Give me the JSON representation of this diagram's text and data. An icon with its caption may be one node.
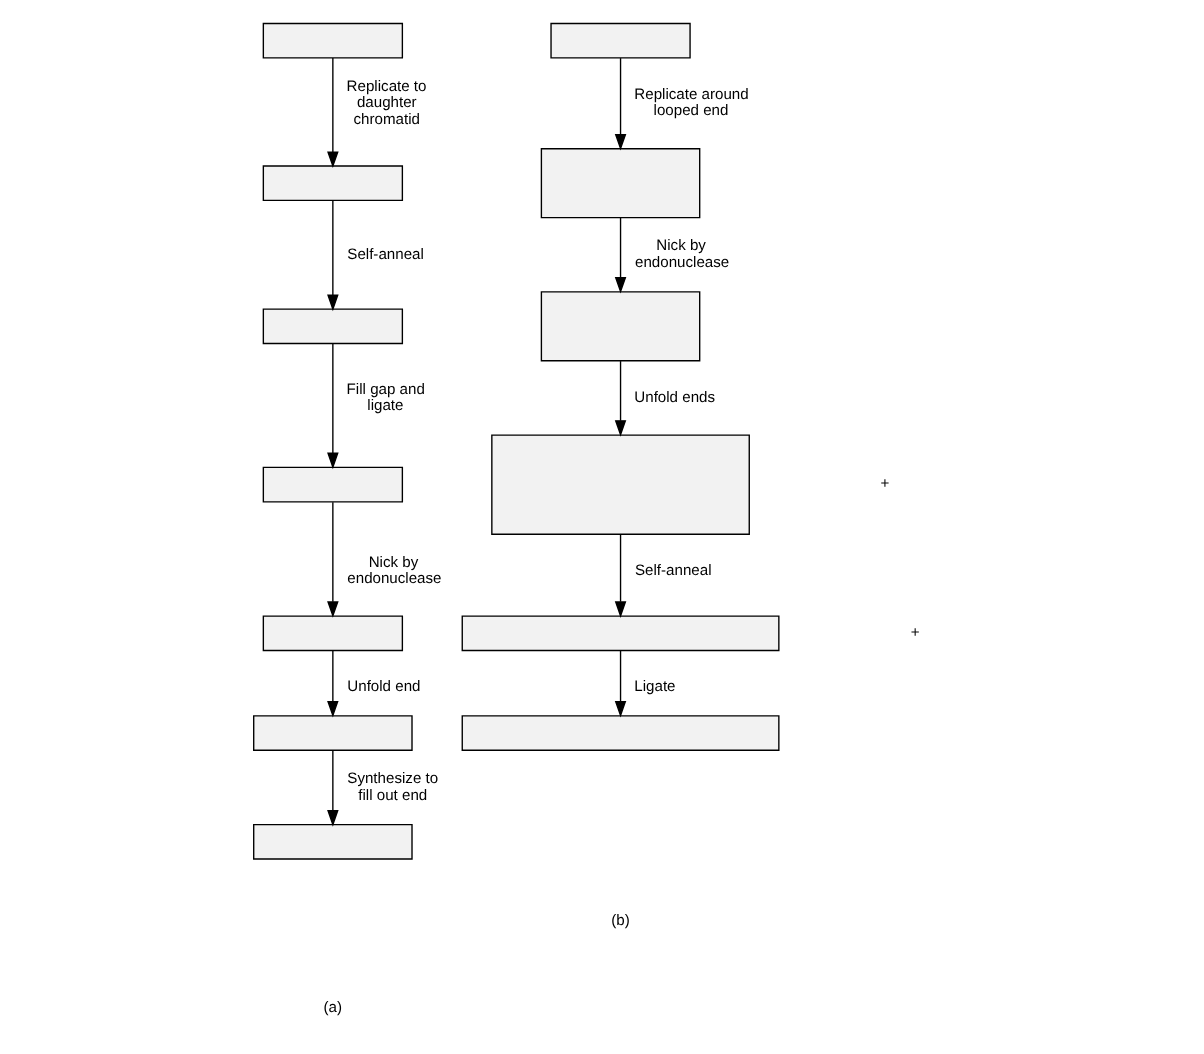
{
  "diagram": {
    "nodes": [
      {
        "text": [],
        "shape": "box"
      },
      {
        "text": [],
        "shape": "box"
      },
      {
        "text": [],
        "shape": "box"
      },
      {
        "text": [],
        "shape": "box"
      },
      {
        "text": [],
        "shape": "box"
      },
      {
        "text": [],
        "shape": "box"
      },
      {
        "text": [],
        "shape": "box"
      },
      {
        "text": [],
        "shape": "box"
      },
      {
        "text": [],
        "shape": "box"
      },
      {
        "text": [],
        "shape": "box"
      },
      {
        "text": [],
        "shape": "box"
      },
      {
        "text": [],
        "shape": "box"
      },
      {
        "text": [],
        "shape": "box"
      }
    ],
    "edges": [
      {
        "from": 0,
        "to": 1,
        "arrow": "to",
        "label": "Replicate to daughter chromatid"
      },
      {
        "from": 1,
        "to": 2,
        "arrow": "to",
        "label": "Self-anneal"
      },
      {
        "from": 2,
        "to": 3,
        "arrow": "to",
        "label": "Fill gap and ligate"
      },
      {
        "from": 3,
        "to": 4,
        "arrow": "to",
        "label": "Nick by endonuclease"
      },
      {
        "from": 4,
        "to": 5,
        "arrow": "to",
        "label": "Unfold end"
      },
      {
        "from": 5,
        "to": 6,
        "arrow": "to",
        "label": "Synthesize to fill out end"
      },
      {
        "from": 7,
        "to": 8,
        "arrow": "to",
        "label": "Replicate around looped end"
      },
      {
        "from": 8,
        "to": 9,
        "arrow": "to",
        "label": "Nick by endonuclease"
      },
      {
        "from": 9,
        "to": 10,
        "arrow": "to",
        "label": "Unfold ends"
      },
      {
        "from": 10,
        "to": 11,
        "arrow": "to",
        "label": "Self-anneal"
      },
      {
        "from": 11,
        "to": 12,
        "arrow": "to",
        "label": "Ligate"
      }
    ],
    "labels": [
      "+",
      "+",
      "(a)",
      "(b)"
    ]
  }
}
